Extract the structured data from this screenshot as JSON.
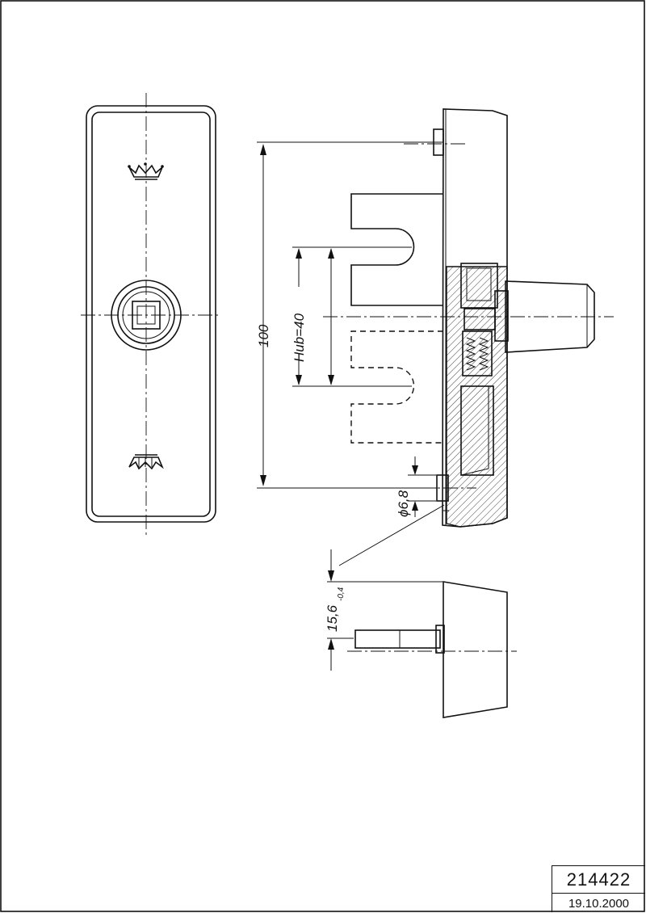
{
  "drawing": {
    "number": "214422",
    "date": "19.10.2000"
  },
  "dimensions": {
    "overall_height": "100",
    "stroke": "Hub=40",
    "pin_diameter": "ϕ6,8",
    "pin_length_main": "15,6",
    "pin_length_tol": "-0,4"
  },
  "symbols": {
    "top_symbol": "crown-open-icon",
    "bottom_symbol": "crown-closed-icon"
  }
}
